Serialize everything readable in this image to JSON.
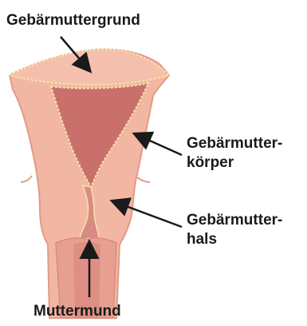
{
  "labels": {
    "fundus": "Gebärmuttergrund",
    "corpus": [
      "Gebärmutter-",
      "körper"
    ],
    "cervix": [
      "Gebärmutter-",
      "hals"
    ],
    "external_os": "Muttermund"
  },
  "colors": {
    "tissue": "#f2b7a3",
    "tissue_shadow": "#e39a86",
    "cavity": "#c9706c",
    "serosa": "#f6e4a8",
    "canal": "#d98a82",
    "arrow": "#1a1a1a"
  }
}
